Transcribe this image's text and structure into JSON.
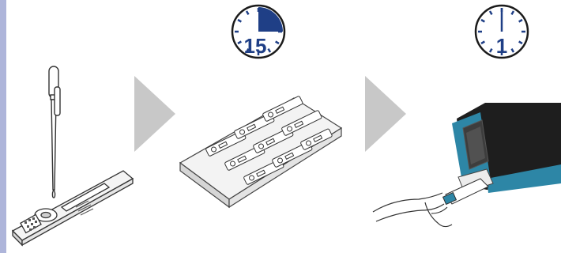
{
  "colors": {
    "left_stripe": "#aeb5da",
    "timer_fill": "#1f3f86",
    "timer_outline": "#1b1b1b",
    "arrow": "#c8c8c8",
    "device_teal": "#2d86a6",
    "device_dark": "#1e1e1e",
    "line_art": "#333333"
  },
  "steps": [
    {
      "icon": "test-cassette-with-dropper-icon"
    },
    {
      "icon": "tray-of-cassettes-icon",
      "timer": {
        "minutes": 15,
        "label": "15",
        "fill_fraction": 0.25
      }
    },
    {
      "icon": "reader-device-icon",
      "timer": {
        "minutes": 1,
        "label": "1",
        "fill_fraction": 0.0
      }
    }
  ],
  "arrows": [
    {
      "icon": "next-step-arrow-icon"
    },
    {
      "icon": "next-step-arrow-icon"
    }
  ]
}
